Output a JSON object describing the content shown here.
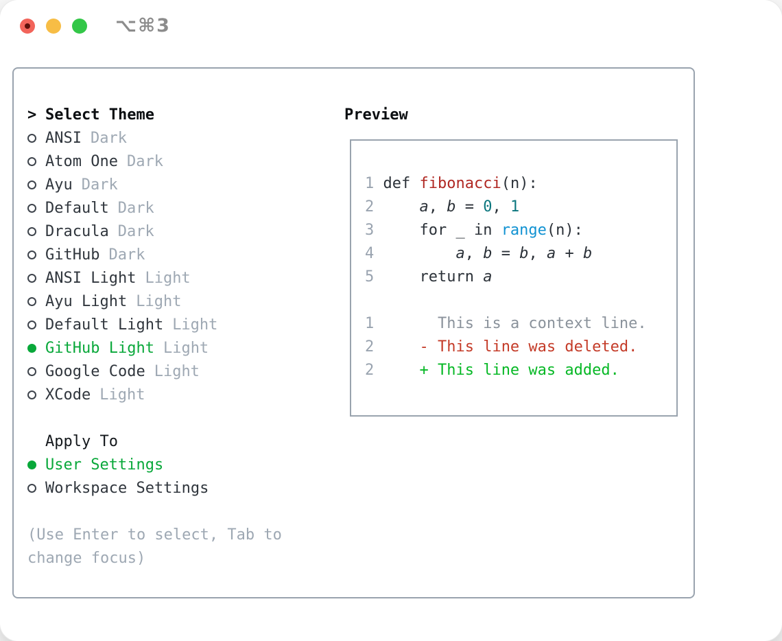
{
  "window": {
    "title_shortcut": "⌥⌘3"
  },
  "colors": {
    "accent_green": "#09a83a",
    "diff_added_green": "#06b825",
    "diff_deleted_red": "#c43b28",
    "function_red": "#b02823",
    "builtin_blue": "#1192d2",
    "number_teal": "#0b767e",
    "muted_gray": "#9ea8b3",
    "border_gray": "#99a3ae",
    "traffic_red": "#f2645a",
    "traffic_yellow": "#f7bd45",
    "traffic_green": "#33c748"
  },
  "theme_panel": {
    "header": {
      "prefix": ">",
      "label": "Select Theme"
    },
    "themes": [
      {
        "name": "ANSI",
        "variant": "Dark",
        "selected": false
      },
      {
        "name": "Atom One",
        "variant": "Dark",
        "selected": false
      },
      {
        "name": "Ayu",
        "variant": "Dark",
        "selected": false
      },
      {
        "name": "Default",
        "variant": "Dark",
        "selected": false
      },
      {
        "name": "Dracula",
        "variant": "Dark",
        "selected": false
      },
      {
        "name": "GitHub",
        "variant": "Dark",
        "selected": false
      },
      {
        "name": "ANSI Light",
        "variant": "Light",
        "selected": false
      },
      {
        "name": "Ayu Light",
        "variant": "Light",
        "selected": false
      },
      {
        "name": "Default Light",
        "variant": "Light",
        "selected": false
      },
      {
        "name": "GitHub Light",
        "variant": "Light",
        "selected": true
      },
      {
        "name": "Google Code",
        "variant": "Light",
        "selected": false
      },
      {
        "name": "XCode",
        "variant": "Light",
        "selected": false
      }
    ],
    "apply_to": {
      "label": "Apply To",
      "options": [
        {
          "label": "User Settings",
          "selected": true
        },
        {
          "label": "Workspace Settings",
          "selected": false
        }
      ]
    },
    "help_lines": [
      "(Use Enter to select, Tab to",
      "change focus)"
    ]
  },
  "preview": {
    "title": "Preview",
    "lines": [
      [
        {
          "t": "1 ",
          "s": "ln"
        },
        {
          "t": "def ",
          "s": "code"
        },
        {
          "t": "fibonacci",
          "s": "func"
        },
        {
          "t": "(n):",
          "s": "code"
        }
      ],
      [
        {
          "t": "2 ",
          "s": "ln"
        },
        {
          "t": "    ",
          "s": "code"
        },
        {
          "t": "a",
          "s": "var"
        },
        {
          "t": ", ",
          "s": "code"
        },
        {
          "t": "b",
          "s": "var"
        },
        {
          "t": " = ",
          "s": "code"
        },
        {
          "t": "0",
          "s": "num"
        },
        {
          "t": ", ",
          "s": "code"
        },
        {
          "t": "1",
          "s": "num"
        }
      ],
      [
        {
          "t": "3 ",
          "s": "ln"
        },
        {
          "t": "    for _ in ",
          "s": "code"
        },
        {
          "t": "range",
          "s": "builtin"
        },
        {
          "t": "(n):",
          "s": "code"
        }
      ],
      [
        {
          "t": "4 ",
          "s": "ln"
        },
        {
          "t": "        ",
          "s": "code"
        },
        {
          "t": "a",
          "s": "var"
        },
        {
          "t": ", ",
          "s": "code"
        },
        {
          "t": "b",
          "s": "var"
        },
        {
          "t": " = ",
          "s": "code"
        },
        {
          "t": "b",
          "s": "var"
        },
        {
          "t": ", ",
          "s": "code"
        },
        {
          "t": "a",
          "s": "var"
        },
        {
          "t": " + ",
          "s": "code"
        },
        {
          "t": "b",
          "s": "var"
        }
      ],
      [
        {
          "t": "5 ",
          "s": "ln"
        },
        {
          "t": "    return ",
          "s": "code"
        },
        {
          "t": "a",
          "s": "var"
        }
      ],
      [],
      [
        {
          "t": "1 ",
          "s": "ln"
        },
        {
          "t": "      ",
          "s": "code"
        },
        {
          "t": "This is a context line.",
          "s": "ctx"
        }
      ],
      [
        {
          "t": "2 ",
          "s": "ln"
        },
        {
          "t": "    ",
          "s": "code"
        },
        {
          "t": "- This line was deleted.",
          "s": "del"
        }
      ],
      [
        {
          "t": "2 ",
          "s": "ln"
        },
        {
          "t": "    ",
          "s": "code"
        },
        {
          "t": "+ This line was added.",
          "s": "add"
        }
      ]
    ]
  }
}
